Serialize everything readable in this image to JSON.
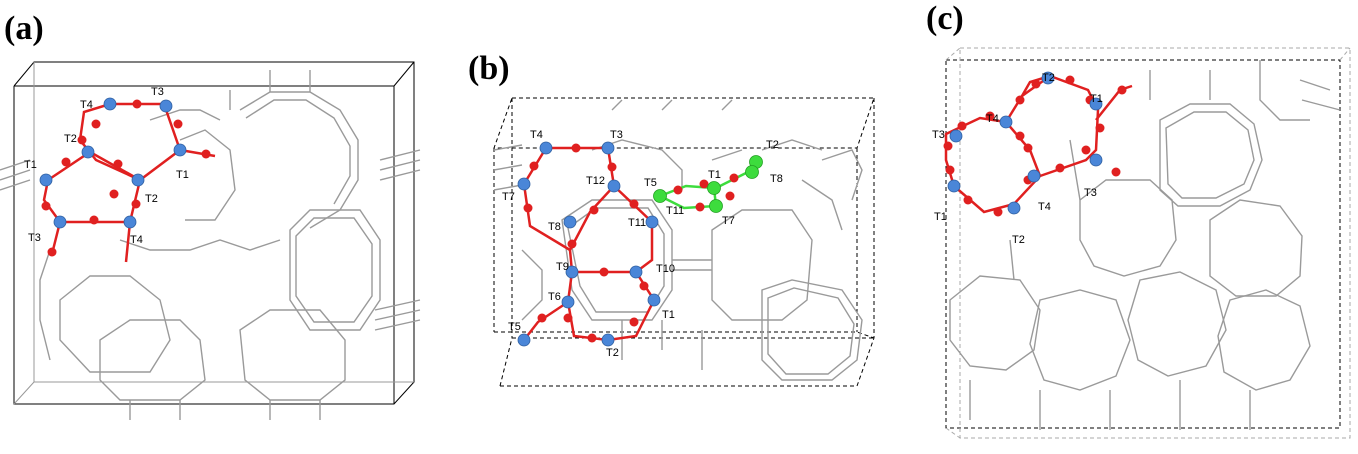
{
  "panels": [
    {
      "id": "a",
      "label": "(a)",
      "site_labels": [
        "T4",
        "T3",
        "T2",
        "T1",
        "T1",
        "T2",
        "T3",
        "T4"
      ]
    },
    {
      "id": "b",
      "label": "(b)",
      "site_labels": [
        "T4",
        "T3",
        "T12",
        "T7",
        "T8",
        "T11",
        "T9",
        "T10",
        "T6",
        "T5",
        "T2",
        "T1",
        "T5",
        "T11",
        "T1",
        "T7",
        "T2",
        "T8"
      ]
    },
    {
      "id": "c",
      "label": "(c)",
      "site_labels": [
        "T2",
        "T1",
        "T4",
        "T3",
        "T1",
        "T4",
        "T3",
        "T2"
      ]
    }
  ],
  "colors": {
    "framework": "#9a9a9a",
    "oxygen": "#e02020",
    "silicon": "#4a86d8",
    "substituted": "#3ddc3d",
    "cell_edge": "#000000"
  }
}
